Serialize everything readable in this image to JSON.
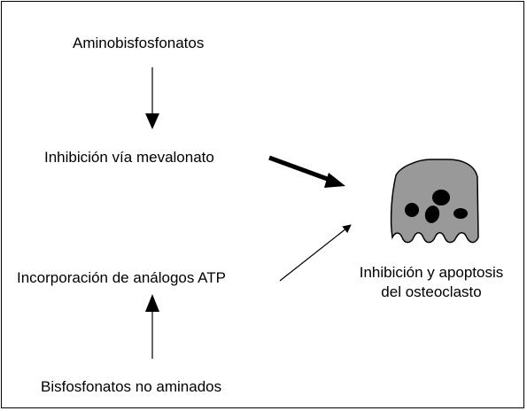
{
  "diagram": {
    "nodes": {
      "aminobisfosfonatos": "Aminobisfosfonatos",
      "inhibicion_mevalonato": "Inhibición vía mevalonato",
      "incorporacion_atp": "Incorporación de análogos ATP",
      "bisfosfonatos_no_aminados": "Bisfosfonatos no aminados",
      "resultado_line1": "Inhibición y apoptosis",
      "resultado_line2": "del osteoclasto"
    },
    "colors": {
      "cell_fill": "#999999",
      "nucleus_fill": "#000000",
      "line": "#000000"
    }
  }
}
